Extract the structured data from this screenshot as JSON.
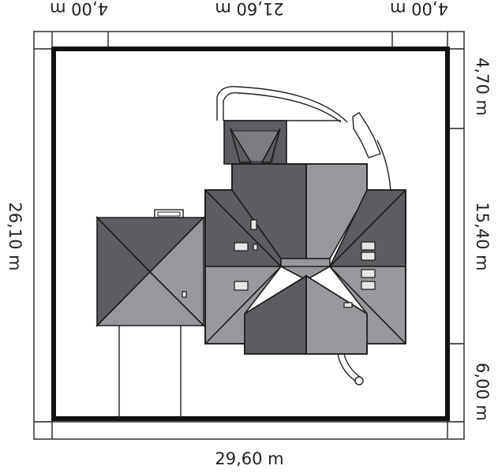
{
  "dimensions": {
    "top_left": "4,00 m",
    "top_center": "21,60 m",
    "top_right": "4,00 m",
    "bottom": "29,60 m",
    "left": "26,10 m",
    "right_top": "4,70 m",
    "right_middle": "15,40 m",
    "right_bottom": "6,00 m"
  },
  "colors": {
    "roof_dark": "#5d5c60",
    "roof_light": "#98979b",
    "outline": "#1c1c1c",
    "plot_boundary": "#111111"
  }
}
